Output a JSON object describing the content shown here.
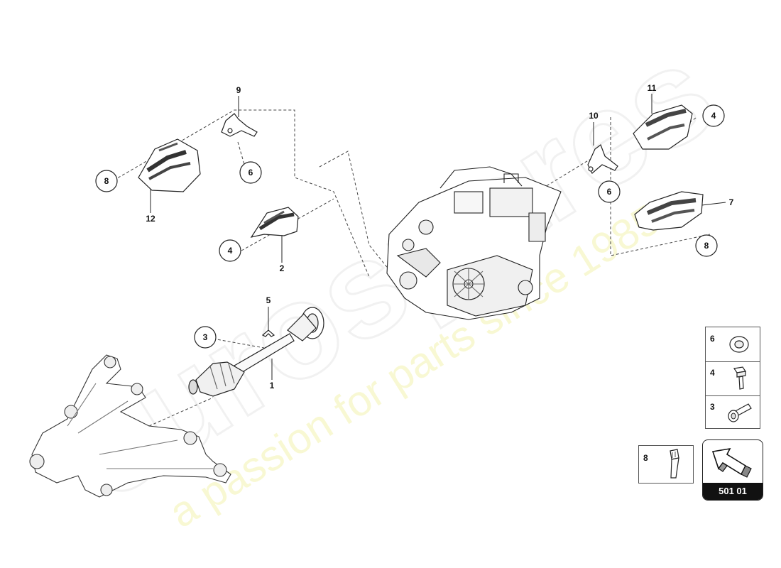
{
  "diagram": {
    "watermark_brand": "eurospares",
    "watermark_tagline": "a passion for parts since 1985",
    "callouts": [
      {
        "id": "c9",
        "number": "9"
      },
      {
        "id": "c11",
        "number": "11"
      },
      {
        "id": "c10",
        "number": "10"
      },
      {
        "id": "c8a",
        "number": "8"
      },
      {
        "id": "c6a",
        "number": "6"
      },
      {
        "id": "c12",
        "number": "12"
      },
      {
        "id": "c4a",
        "number": "4"
      },
      {
        "id": "c2",
        "number": "2"
      },
      {
        "id": "c4b",
        "number": "4"
      },
      {
        "id": "c6b",
        "number": "6"
      },
      {
        "id": "c7",
        "number": "7"
      },
      {
        "id": "c8b",
        "number": "8"
      },
      {
        "id": "c5",
        "number": "5"
      },
      {
        "id": "c3",
        "number": "3"
      },
      {
        "id": "c1",
        "number": "1"
      }
    ],
    "legend": [
      {
        "number": "6",
        "part_icon": "washer-icon"
      },
      {
        "number": "4",
        "part_icon": "bolt-icon"
      },
      {
        "number": "3",
        "part_icon": "screw-icon"
      },
      {
        "number": "8",
        "part_icon": "stud-bolt-icon"
      }
    ],
    "page_code": "501 01",
    "nav_icon": "arrow-icon"
  }
}
